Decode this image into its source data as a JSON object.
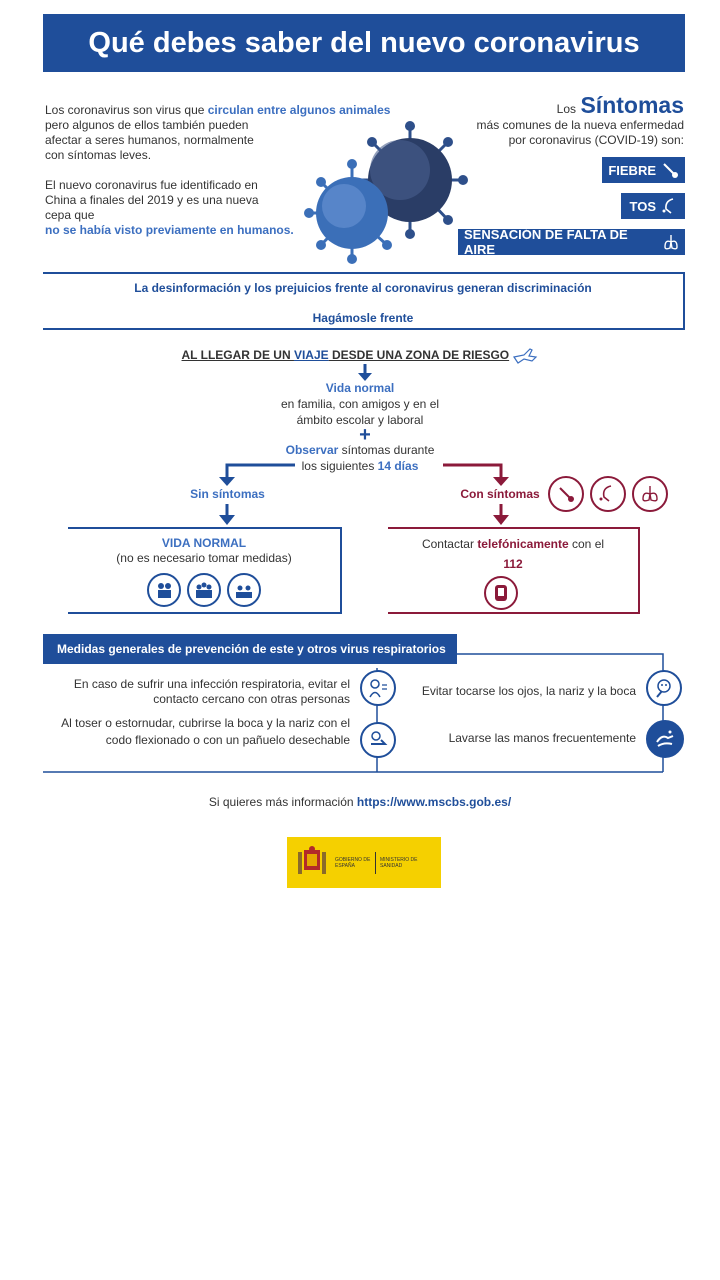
{
  "title": "Qué debes saber del nuevo coronavirus",
  "intro": {
    "p1_a": "Los coronavirus son virus que ",
    "p1_highlight": "circulan entre algunos animales",
    "p1_b": "pero algunos de ellos también pueden afectar a seres humanos, normalmente con síntomas leves.",
    "p2_a": "El nuevo coronavirus fue identificado en China a finales del 2019 y es una nueva cepa que",
    "p2_highlight": "no se había visto previamente en humanos."
  },
  "symptoms": {
    "prefix": "Los",
    "heading": "Síntomas",
    "subtitle_1": "más comunes de la nueva enfermedad",
    "subtitle_2": "por coronavirus (COVID-19) son:",
    "items": [
      "FIEBRE",
      "TOS",
      "SENSACIÓN DE FALTA DE AIRE"
    ]
  },
  "discrimination": {
    "line1": "La desinformación y los prejuicios frente al coronavirus generan discriminación",
    "line2": "Hagámosle frente"
  },
  "flow": {
    "arrival_a": "AL LLEGAR DE UN ",
    "arrival_highlight": "VIAJE",
    "arrival_b": " DESDE UNA ZONA DE RIESGO",
    "normal_title": "Vida normal",
    "normal_text_1": "en familia, con amigos y en el",
    "normal_text_2": "ámbito escolar y laboral",
    "plus": "+",
    "observe_highlight": "Observar",
    "observe_text": " síntomas durante",
    "days_text": "los siguientes ",
    "days_highlight": "14 días",
    "no_symptoms": "Sin síntomas",
    "with_symptoms": "Con síntomas",
    "normal_box_title": "VIDA NORMAL",
    "normal_box_text": "(no es necesario tomar medidas)",
    "contact_a": "Contactar ",
    "contact_highlight": "telefónicamente",
    "contact_b": " con el",
    "phone": "112"
  },
  "prevention": {
    "title": "Medidas generales de prevención de este y otros virus respiratorios",
    "items": [
      "En caso de sufrir una infección respiratoria, evitar el contacto cercano con otras personas",
      "Evitar tocarse los ojos, la nariz y la boca",
      "Al toser o estornudar, cubrirse la boca y la nariz con el codo flexionado o con un pañuelo desechable",
      "Lavarse las manos frecuentemente"
    ]
  },
  "info": {
    "text": "Si quieres más información ",
    "url": "https://www.mscbs.gob.es/"
  },
  "logo": {
    "gov": "GOBIERNO DE ESPAÑA",
    "ministry": "MINISTERIO DE SANIDAD"
  },
  "colors": {
    "primary_blue": "#1f4e9a",
    "light_blue": "#3c6fc0",
    "dark_red": "#8b1a3a",
    "logo_yellow": "#f5d000"
  }
}
